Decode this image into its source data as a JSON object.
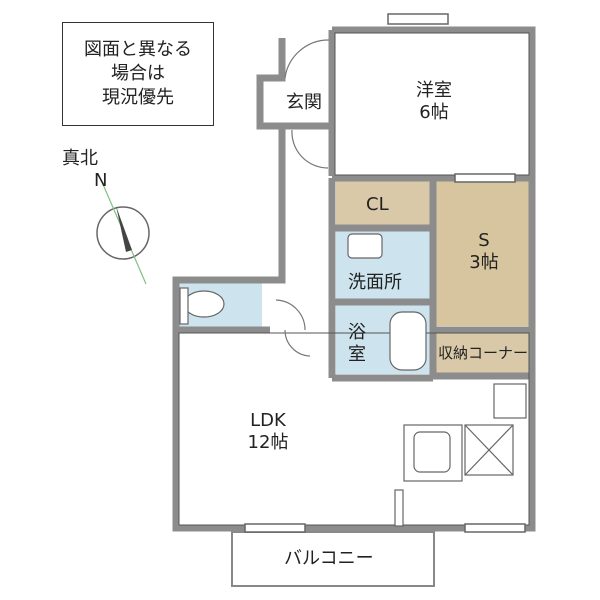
{
  "note": {
    "lines": [
      "図面と異なる",
      "場合は",
      "現況優先"
    ]
  },
  "compass": {
    "label": "真北",
    "letter": "N"
  },
  "rooms": {
    "genkan": "玄関",
    "yoshitsu": {
      "name": "洋室",
      "size": "6帖"
    },
    "cl": "CL",
    "s": {
      "name": "S",
      "size": "3帖"
    },
    "senmenjo": "洗面所",
    "yokushitsu": {
      "line1": "浴",
      "line2": "室"
    },
    "shuno": "収納コーナー",
    "ldk": {
      "name": "LDK",
      "size": "12帖"
    },
    "balcony": "バルコニー"
  },
  "colors": {
    "wall": "#808080",
    "storage": "#d9c9a8",
    "s_room": "#d6c59f",
    "wet_area": "#cde3ee",
    "balcony_line": "#808080"
  }
}
